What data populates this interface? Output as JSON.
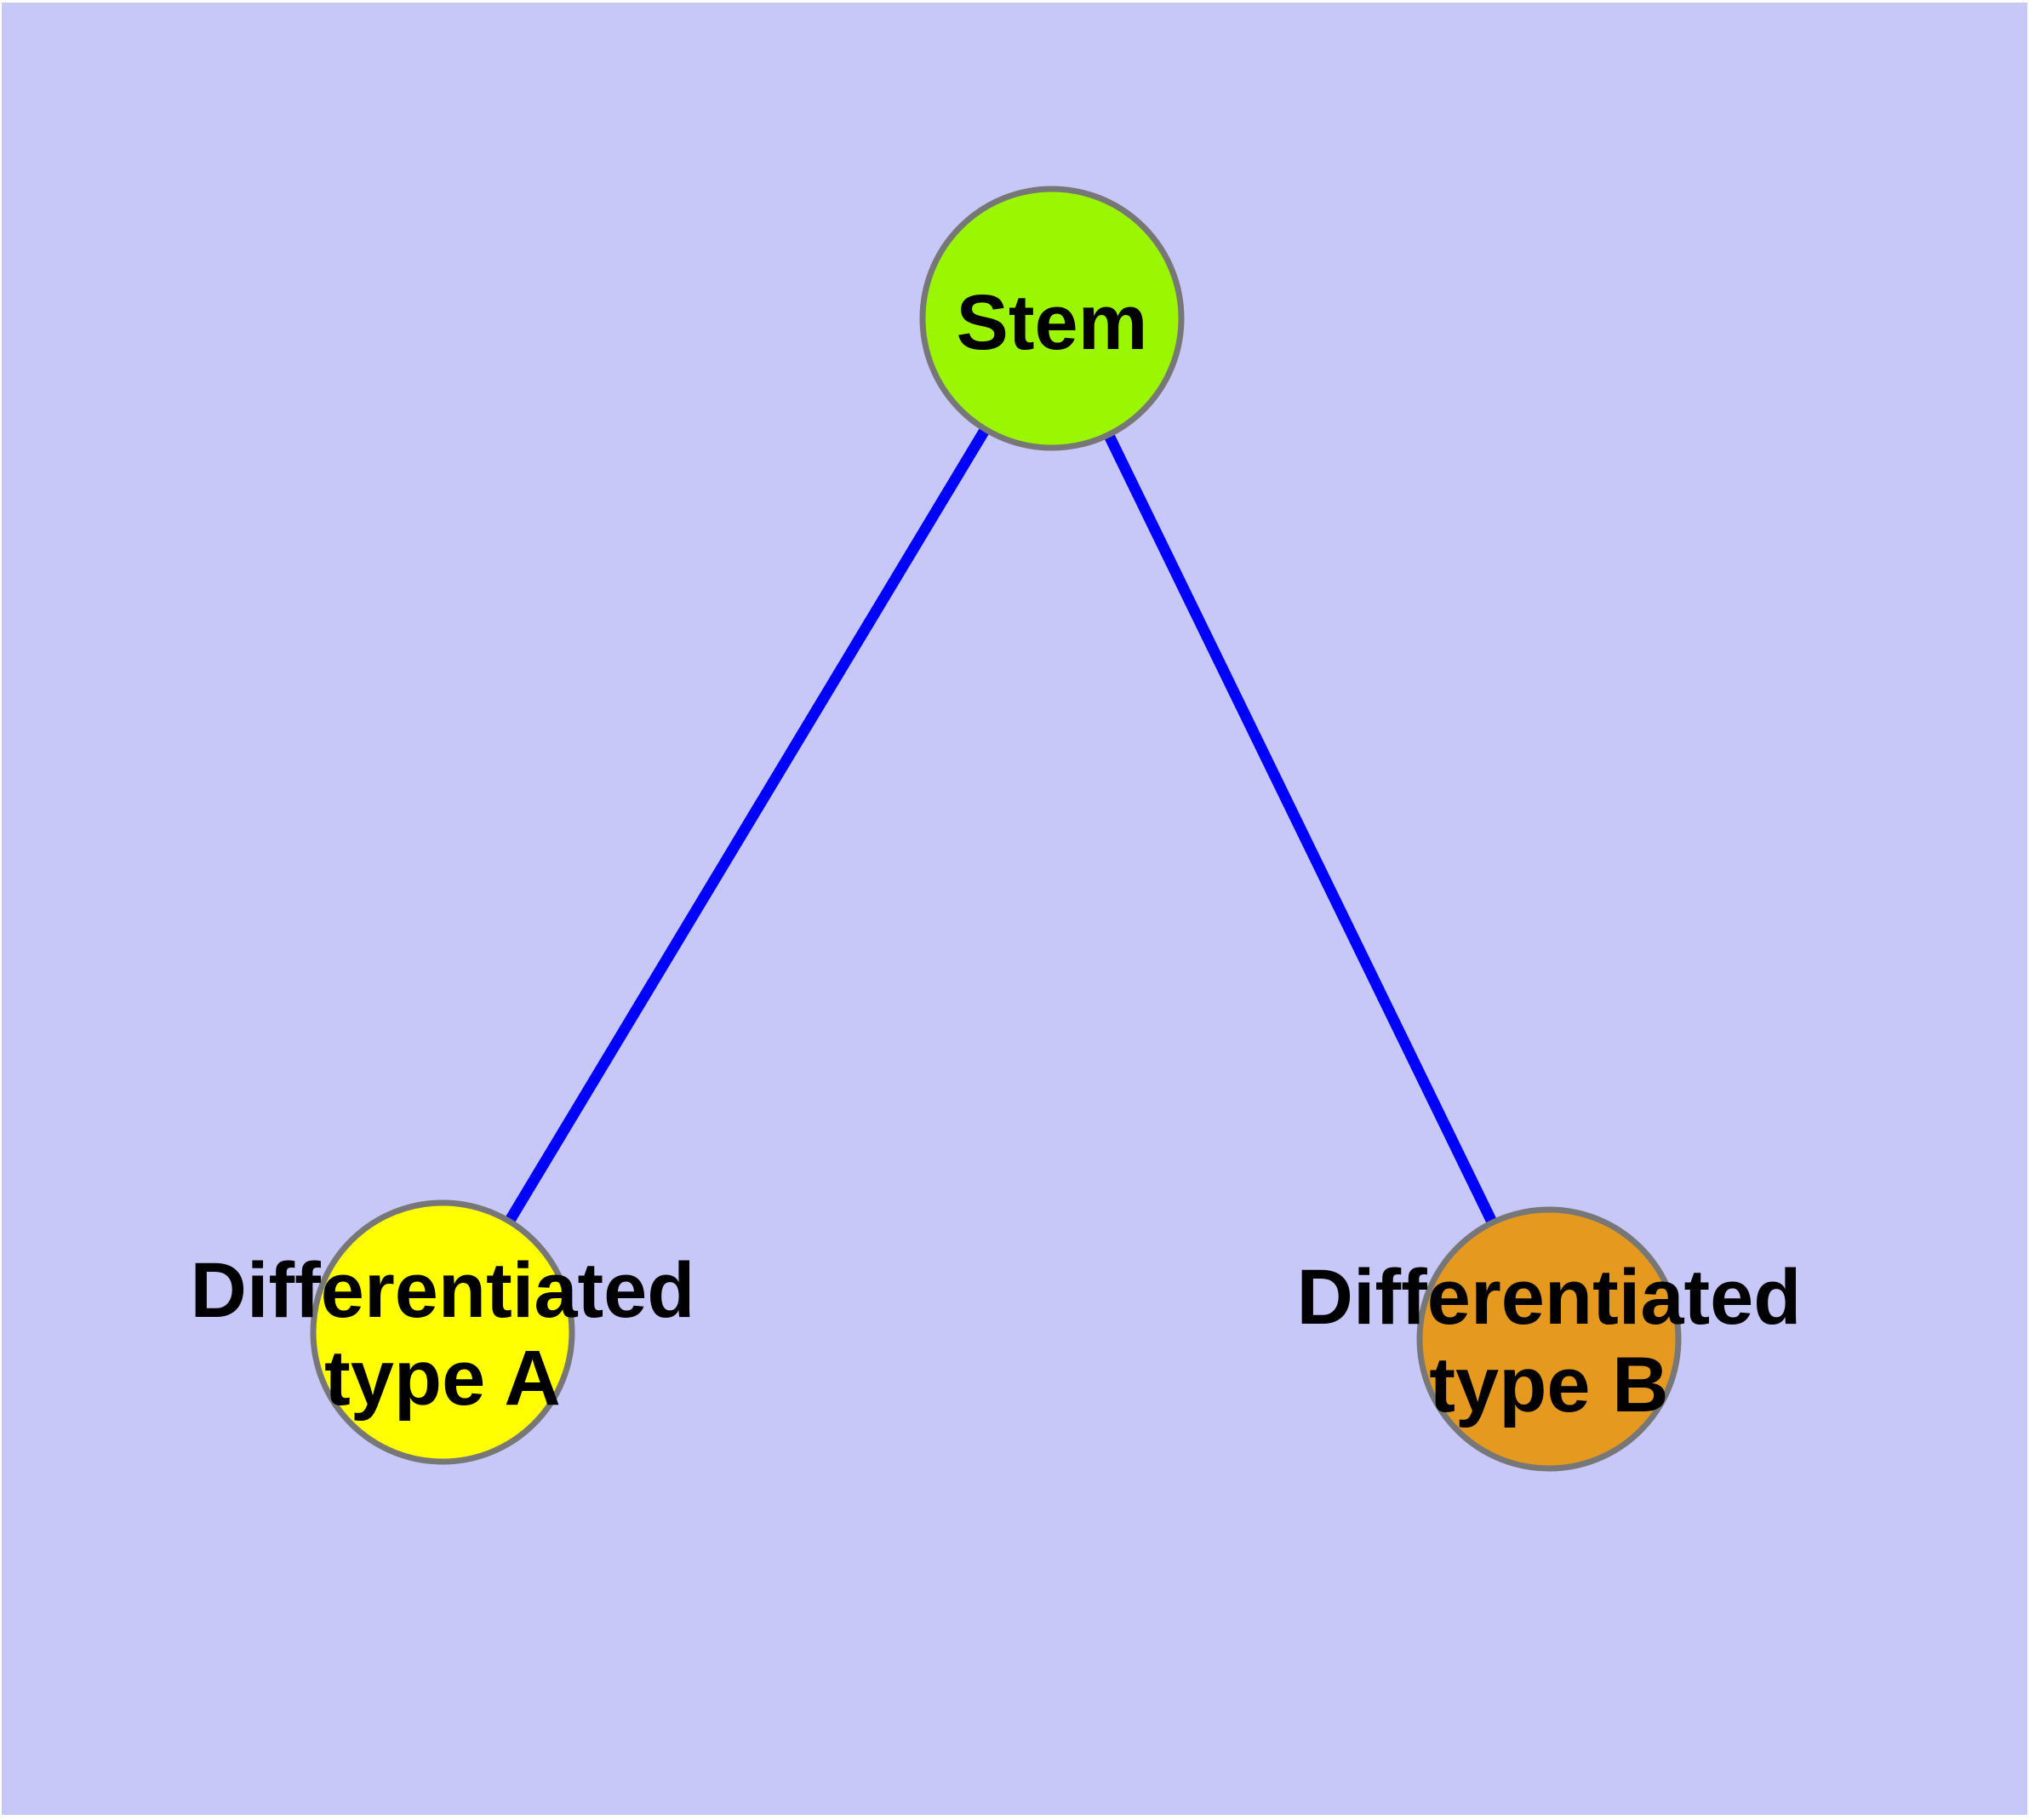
{
  "diagram": {
    "title": "",
    "background_color": "#C8C8F8",
    "edge_color": "#0000FF",
    "node_border_color": "#777777",
    "text_color": "#000000",
    "nodes": {
      "stem": {
        "label": "Stem",
        "color": "#9AF701"
      },
      "type_a": {
        "label_line1": "Differentiated",
        "label_line2": "type A",
        "color": "#FFFF00"
      },
      "type_b": {
        "label_line1": "Differentiated",
        "label_line2": "type B",
        "color": "#E59A1F"
      }
    },
    "edges": [
      {
        "from": "Stem",
        "to": "Differentiated type A"
      },
      {
        "from": "Stem",
        "to": "Differentiated type B"
      }
    ]
  }
}
